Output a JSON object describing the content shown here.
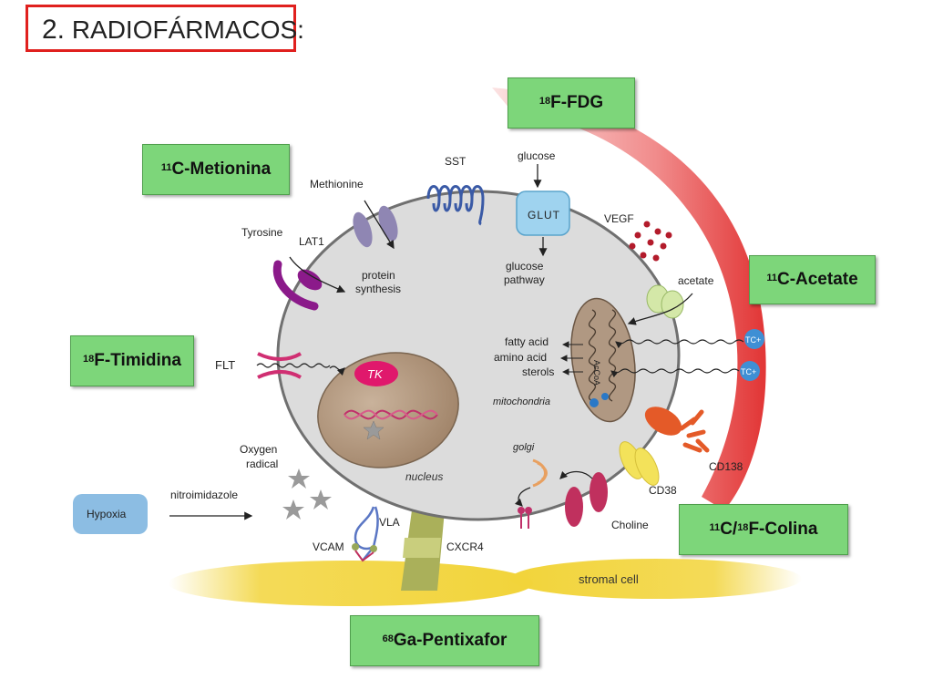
{
  "title": {
    "number": "2.",
    "text": "RADIOFÁRMACOS:"
  },
  "tracers": {
    "fdg": {
      "sup": "18",
      "name": "F-FDG"
    },
    "metionina": {
      "sup": "11",
      "name": "C-Metionina"
    },
    "acetate": {
      "sup": "11",
      "name": "C-Acetate"
    },
    "timidina": {
      "sup": "18",
      "name": "F-Timidina"
    },
    "colina": {
      "sup1": "11",
      "mid": "C/",
      "sup2": "18",
      "name": "F-Colina"
    },
    "pentixafor": {
      "sup": "68",
      "name": "Ga-Pentixafor"
    }
  },
  "labels": {
    "methionine": "Methionine",
    "sst": "SST",
    "glucose": "glucose",
    "glut": "GLUT",
    "vegf": "VEGF",
    "tyrosine": "Tyrosine",
    "lat1": "LAT1",
    "protein_synthesis_1": "protein",
    "protein_synthesis_2": "synthesis",
    "glucose_pathway_1": "glucose",
    "glucose_pathway_2": "pathway",
    "acetate": "acetate",
    "fatty_acid": "fatty acid",
    "amino_acid": "amino acid",
    "sterols": "sterols",
    "acoa": "AcCoA",
    "mitochondria": "mitochondria",
    "tc1": "TC+",
    "tc2": "TC+",
    "flt": "FLT",
    "tk": "TK",
    "nucleus": "nucleus",
    "oxygen_radical_1": "Oxygen",
    "oxygen_radical_2": "radical",
    "hypoxia": "Hypoxia",
    "nitroimidazole": "nitroimidazole",
    "golgi": "golgi",
    "cd138": "CD138",
    "cd38": "CD38",
    "choline": "Choline",
    "vla": "VLA",
    "vcam": "VCAM",
    "cxcr4": "CXCR4",
    "stromal_cell": "stromal cell"
  },
  "colors": {
    "title_border": "#e0201e",
    "tracer_box": "#7dd67a",
    "cell": "#dcdcdc",
    "nucleus": "#b79e87",
    "tk": "#e0186c",
    "glut": "#9fd3ef",
    "lat1": "#8b1a8a",
    "methionine": "#8f86b3",
    "sst": "#3a5aa6",
    "vegf": "#b31b2b",
    "hypoxia": "#8cbde3",
    "stromal": "#f2d43a",
    "cd138": "#e45a28",
    "cd38": "#f3e25a"
  }
}
